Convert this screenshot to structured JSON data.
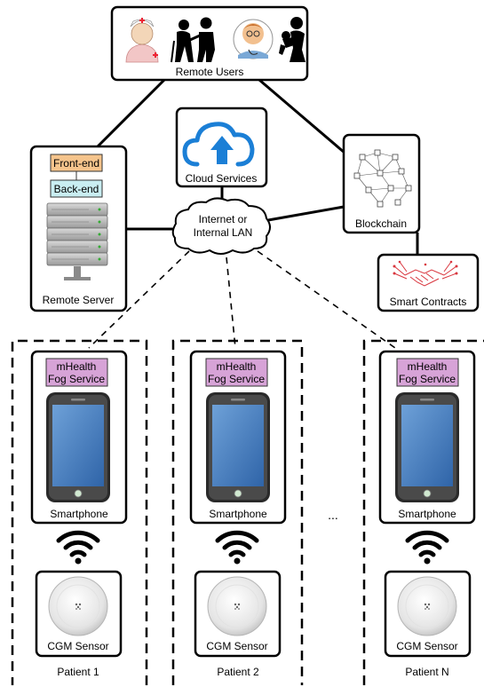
{
  "remote_users": {
    "label": "Remote Users"
  },
  "remote_server": {
    "label": "Remote Server",
    "frontend": "Front-end",
    "backend": "Back-end"
  },
  "cloud": {
    "label": "Cloud Services"
  },
  "network": {
    "line1": "Internet or",
    "line2": "Internal LAN"
  },
  "blockchain": {
    "label": "Blockchain"
  },
  "smart_contracts": {
    "label": "Smart Contracts"
  },
  "patients": [
    {
      "label": "Patient 1",
      "fog_line1": "mHealth",
      "fog_line2": "Fog Service",
      "phone": "Smartphone",
      "sensor": "CGM Sensor"
    },
    {
      "label": "Patient 2",
      "fog_line1": "mHealth",
      "fog_line2": "Fog Service",
      "phone": "Smartphone",
      "sensor": "CGM Sensor"
    },
    {
      "label": "Patient N",
      "fog_line1": "mHealth",
      "fog_line2": "Fog Service",
      "phone": "Smartphone",
      "sensor": "CGM Sensor"
    }
  ],
  "ellipsis": "...",
  "colors": {
    "frontend_fill": "#f5c48c",
    "backend_fill": "#c9eef2",
    "fog_fill": "#d7a3d7",
    "cloud_blue": "#1b7fd6",
    "contract_red": "#d9363e",
    "phone_screen": "#4f86c6"
  },
  "icons": [
    "nurse-icon",
    "elderly-assistance-icon",
    "doctor-icon",
    "parent-child-icon",
    "server-rack-icon",
    "cloud-upload-icon",
    "blockchain-network-icon",
    "handshake-contract-icon",
    "smartphone-icon",
    "wifi-icon",
    "cgm-sensor-icon"
  ]
}
